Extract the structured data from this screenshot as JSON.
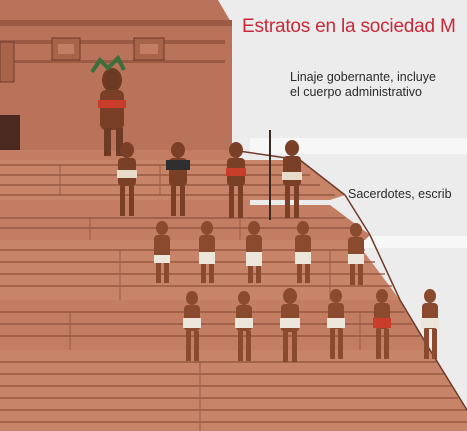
{
  "title": "Estratos en la sociedad M",
  "strata_labels": [
    {
      "line1": "Linaje gobernante, incluye",
      "line2": "el cuerpo administrativo"
    },
    {
      "line1": "Sacerdotes, escrib",
      "line2": ""
    }
  ],
  "colors": {
    "title": "#c8293a",
    "background": "#ececec",
    "stone": "#c27d62",
    "stone_dark": "#8f513c",
    "band": "#f4f4f4"
  }
}
